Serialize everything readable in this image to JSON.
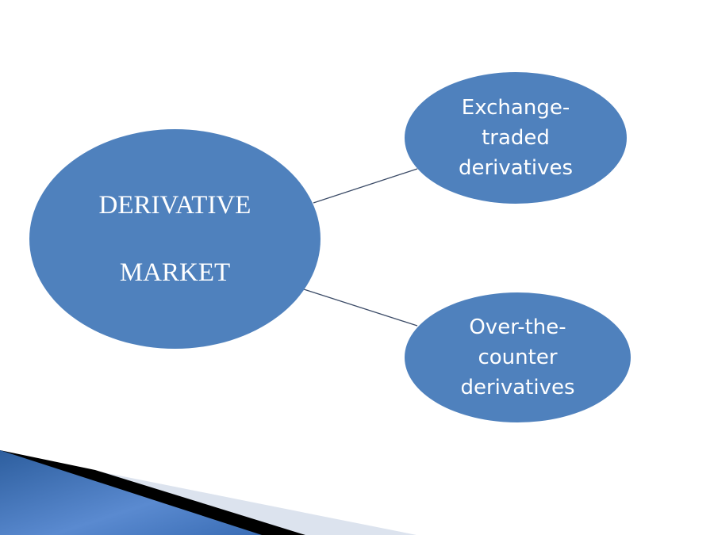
{
  "diagram": {
    "root": {
      "label_line1": "DERIVATIVE",
      "label_line2": "MARKET"
    },
    "children": [
      {
        "line1": "Exchange-",
        "line2": "traded",
        "line3": "derivatives"
      },
      {
        "line1": "Over-the-",
        "line2": "counter",
        "line3": "derivatives"
      }
    ]
  },
  "colors": {
    "node_fill": "#4f81bd",
    "connector": "#3a4a66",
    "text": "#ffffff",
    "accent_blue": "#3c6fb4",
    "accent_black": "#000000",
    "accent_light": "#dce3ee"
  }
}
